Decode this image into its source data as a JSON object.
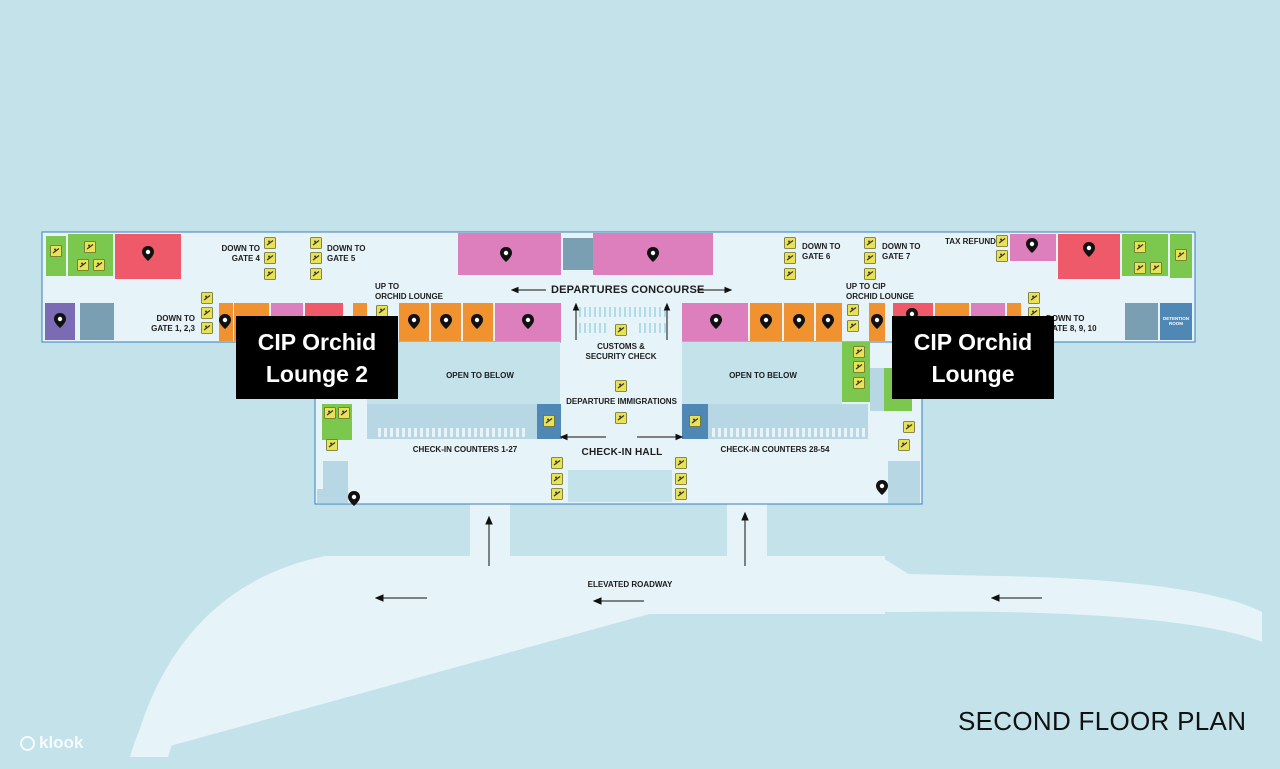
{
  "map": {
    "title": "SECOND FLOOR PLAN",
    "watermark": "klook",
    "areas": {
      "departures_concourse": "DEPARTURES CONCOURSE",
      "customs_security": "CUSTOMS &\nSECURITY CHECK",
      "departure_immigrations": "DEPARTURE IMMIGRATIONS",
      "check_in_hall": "CHECK-IN HALL",
      "open_to_below_left": "OPEN TO BELOW",
      "open_to_below_right": "OPEN TO BELOW",
      "check_in_counters_left": "CHECK-IN COUNTERS 1-27",
      "check_in_counters_right": "CHECK-IN COUNTERS 28-54",
      "elevated_roadway": "ELEVATED ROADWAY",
      "tax_refund": "TAX REFUND",
      "detention_room": "DETENTION\nROOM"
    },
    "directions": {
      "down_gate_4": "DOWN TO\nGATE 4",
      "down_gate_5": "DOWN TO\nGATE 5",
      "down_gate_6": "DOWN TO\nGATE 6",
      "down_gate_7": "DOWN TO\nGATE 7",
      "down_gate_123": "DOWN TO\nGATE 1, 2,3",
      "down_gate_8910": "DOWN TO\nGATE  8, 9, 10",
      "up_orchid": "UP TO\nORCHID LOUNGE",
      "up_cip_orchid": "UP TO CIP\nORCHID LOUNGE"
    },
    "callouts": {
      "lounge_2": "CIP Orchid\nLounge 2",
      "lounge": "CIP Orchid\nLounge"
    },
    "colors": {
      "background": "#c3e2ea",
      "floor": "#e6f3f8",
      "restaurant": "#ee5a6a",
      "shop": "#dd7fbd",
      "retail": "#f0922f",
      "restroom": "#7cc84e",
      "service": "#7b9fb2",
      "facility_icon": "#e8e254",
      "callout": "#000000"
    },
    "icons": [
      "restaurant-pin-icon",
      "shop-pin-icon",
      "retail-pin-icon",
      "lounge-pin-icon",
      "restroom-icon",
      "wheelchair-icon",
      "escalator-icon",
      "elevator-icon",
      "stairs-icon",
      "smoking-area-icon",
      "currency-exchange-icon",
      "detention-room-icon",
      "arrow-icon"
    ]
  }
}
